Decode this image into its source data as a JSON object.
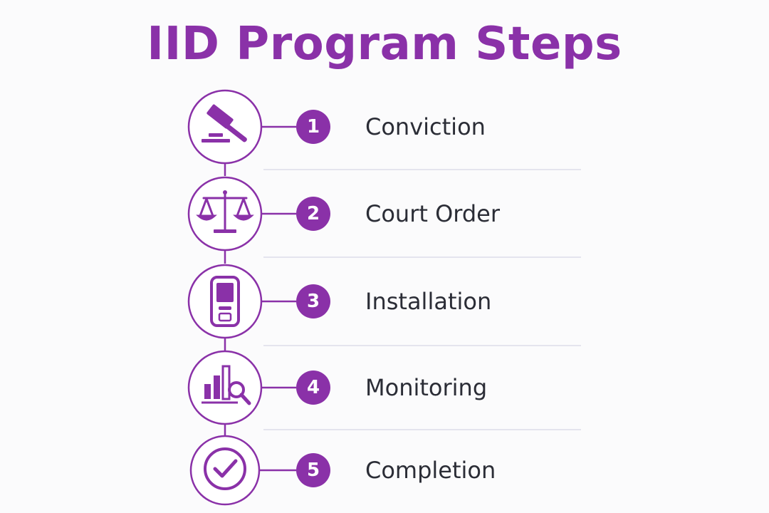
{
  "title": "IID Program Steps",
  "colors": {
    "accent": "#8a31a8",
    "divider": "#dcdcea",
    "text": "#2b2d36",
    "background": "#fbfbfc"
  },
  "steps": [
    {
      "number": "1",
      "label": "Conviction",
      "icon": "gavel-icon"
    },
    {
      "number": "2",
      "label": "Court Order",
      "icon": "scales-icon"
    },
    {
      "number": "3",
      "label": "Installation",
      "icon": "breathalyzer-device-icon"
    },
    {
      "number": "4",
      "label": "Monitoring",
      "icon": "chart-magnifier-icon"
    },
    {
      "number": "5",
      "label": "Completion",
      "icon": "checkmark-icon"
    }
  ]
}
